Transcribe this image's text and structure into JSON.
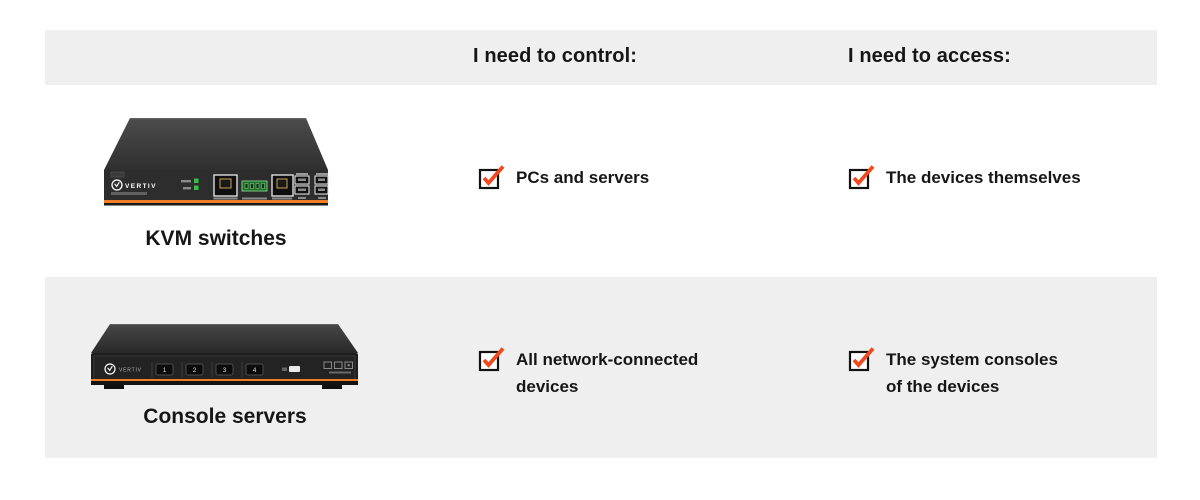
{
  "header": {
    "control_label": "I need to control:",
    "access_label": "I need to access:"
  },
  "rows": [
    {
      "device": {
        "name": "KVM switch appliance",
        "brand": "VERTIV",
        "caption": "KVM switches"
      },
      "control": {
        "checked": true,
        "lines": [
          "PCs and servers"
        ]
      },
      "access": {
        "checked": true,
        "lines": [
          "The devices themselves"
        ]
      }
    },
    {
      "device": {
        "name": "Console server appliance",
        "brand": "VERTIV",
        "buttons": [
          "1",
          "2",
          "3",
          "4"
        ],
        "caption": "Console servers"
      },
      "control": {
        "checked": true,
        "lines": [
          "All network-connected",
          "devices"
        ]
      },
      "access": {
        "checked": true,
        "lines": [
          "The system consoles",
          "of the devices"
        ]
      }
    }
  ],
  "colors": {
    "row_background": "#f0efef",
    "text": "#161616",
    "check_orange": "#f3481d",
    "device_stripe_orange": "#f07e26",
    "led_green": "#35c042"
  }
}
